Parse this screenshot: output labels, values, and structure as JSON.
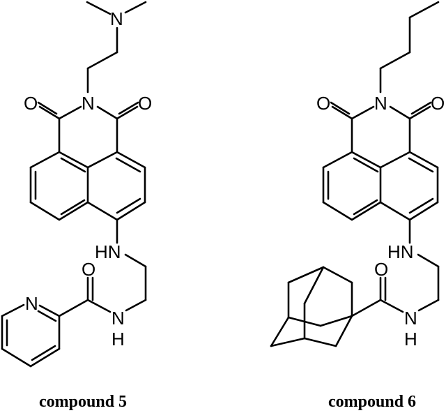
{
  "compounds": [
    {
      "label": "compound 5",
      "substituent_imide": "2-(dimethylamino)ethyl",
      "core": "1,8-naphthalimide",
      "linker": "4-amino-ethylamide",
      "terminal_group": "pyridine-2-carboxamide",
      "atom_labels": [
        "N",
        "O",
        "N",
        "O",
        "HN",
        "O",
        "N",
        "N",
        "H"
      ]
    },
    {
      "label": "compound 6",
      "substituent_imide": "n-butyl",
      "core": "1,8-naphthalimide",
      "linker": "4-amino-ethylamide",
      "terminal_group": "adamantane-1-carboxamide",
      "atom_labels": [
        "O",
        "N",
        "O",
        "HN",
        "O",
        "N",
        "H"
      ]
    }
  ],
  "atoms": {
    "N": "N",
    "O": "O",
    "HN": "HN",
    "H": "H"
  }
}
